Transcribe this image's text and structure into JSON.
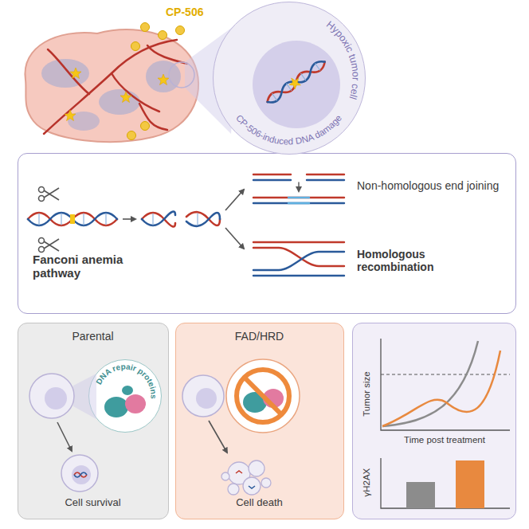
{
  "diagram": {
    "nodes": [
      {
        "text": [
          "Hypoxic tumor cell",
          "CP-506-induced DNA damage"
        ]
      },
      {
        "text": [
          "Fanconi anemia pathway",
          "Non-homologous end joining",
          "Homologous recombination"
        ]
      },
      {
        "text": [
          "Parental",
          "Cell survival"
        ]
      },
      {
        "text": [
          "DNA repair proteins"
        ],
        "in": 2
      },
      {
        "text": [
          "FAD/HRD",
          "Cell death"
        ]
      },
      {
        "text": [
          "Tumor size",
          "Time post treatment",
          "γH2AX"
        ]
      }
    ],
    "labels": [
      "CP-506"
    ]
  }
}
